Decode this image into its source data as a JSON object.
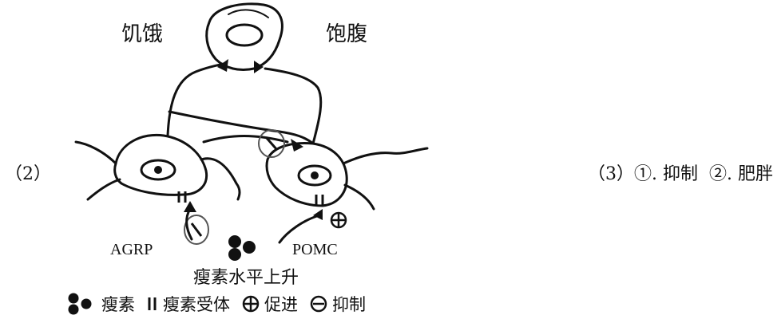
{
  "labels": {
    "hunger": "饥饿",
    "satiety": "饱腹",
    "part2": "（2）",
    "part3_prefix": "（3）①. 抑制",
    "part3_second": "②. 肥胖",
    "agrp": "AGRP",
    "pomc": "POMC",
    "caption": "瘦素水平上升"
  },
  "legend": [
    {
      "icon": "leptin-dots-icon",
      "label": "瘦素"
    },
    {
      "icon": "receptor-bars-icon",
      "label": "瘦素受体"
    },
    {
      "icon": "circle-plus-icon",
      "label": "促进"
    },
    {
      "icon": "circle-minus-icon",
      "label": "抑制"
    }
  ]
}
